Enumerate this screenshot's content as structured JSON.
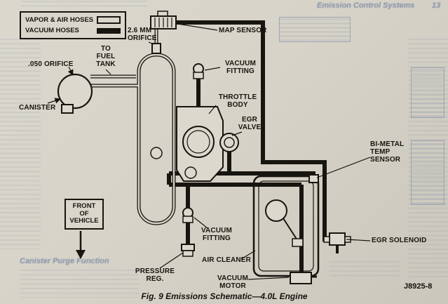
{
  "page": {
    "caption": "Fig. 9 Emissions Schematic—4.0L Engine",
    "figure_code": "J8925-8"
  },
  "legend": {
    "vapor_air": "VAPOR & AIR HOSES",
    "vacuum": "VACUUM HOSES"
  },
  "labels": {
    "orifice_26mm": "2.6 MM\nORIFICE",
    "map_sensor": "MAP SENSOR",
    "to_fuel_tank": "TO\nFUEL\nTANK",
    "orifice_050": ".050 ORIFICE",
    "canister": "CANISTER",
    "vacuum_fitting_top": "VACUUM\nFITTING",
    "throttle_body": "THROTTLE\nBODY",
    "egr_valve": "EGR\nVALVE",
    "bimetal_temp_sensor": "BI-METAL\nTEMP\nSENSOR",
    "front_of_vehicle": "FRONT\nOF\nVEHICLE",
    "vacuum_fitting_bottom": "VACUUM\nFITTING",
    "air_cleaner": "AIR CLEANER",
    "pressure_reg": "PRESSURE\nREG.",
    "vacuum_motor": "VACUUM\nMOTOR",
    "egr_solenoid": "EGR SOLENOID"
  },
  "bleed": {
    "header": "Emission Control Systems",
    "page_number": "13",
    "section_heading": "Canister Purge Function"
  },
  "colors": {
    "paper": "#d7d3c8",
    "ink": "#17150f",
    "bleed_blue": "#3e588e"
  }
}
